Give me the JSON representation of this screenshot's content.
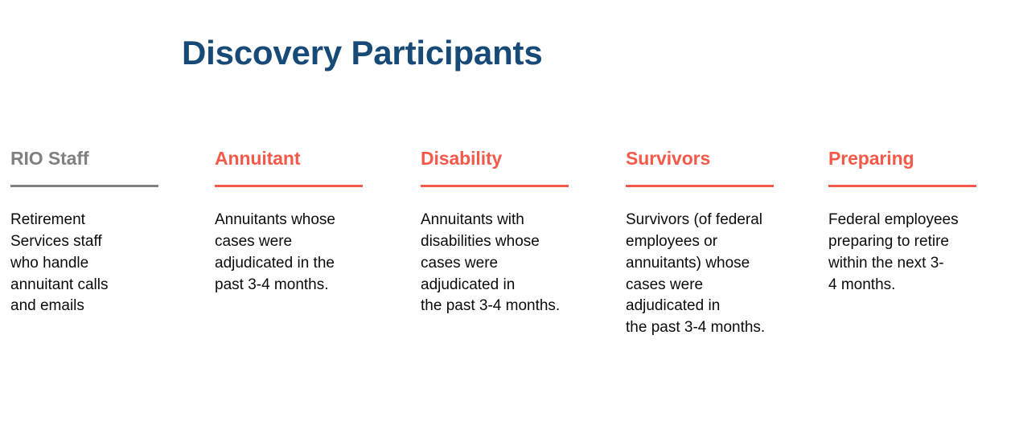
{
  "slide": {
    "title": "Discovery Participants",
    "title_color": "#174A77",
    "background_color": "#ffffff",
    "accent_color": "#F4594A",
    "muted_color": "#808080",
    "body_color": "#0b0b0b"
  },
  "columns": [
    {
      "heading": "RIO Staff",
      "heading_color": "#808080",
      "rule_color": "#808080",
      "body": "Retirement\nServices staff\nwho handle\nannuitant calls\nand emails"
    },
    {
      "heading": "Annuitant",
      "heading_color": "#F4594A",
      "rule_color": "#F4594A",
      "body": "Annuitants whose\ncases were\nadjudicated in the\npast 3-4 months."
    },
    {
      "heading": "Disability",
      "heading_color": "#F4594A",
      "rule_color": "#F4594A",
      "body": "Annuitants with\ndisabilities whose\ncases were\nadjudicated in\nthe past 3-4 months."
    },
    {
      "heading": "Survivors",
      "heading_color": "#F4594A",
      "rule_color": "#F4594A",
      "body": "Survivors (of federal\nemployees or\nannuitants) whose\ncases were\nadjudicated in\nthe past 3-4 months."
    },
    {
      "heading": "Preparing",
      "heading_color": "#F4594A",
      "rule_color": "#F4594A",
      "body": "Federal employees\npreparing to retire\nwithin the next 3-\n4 months."
    }
  ]
}
